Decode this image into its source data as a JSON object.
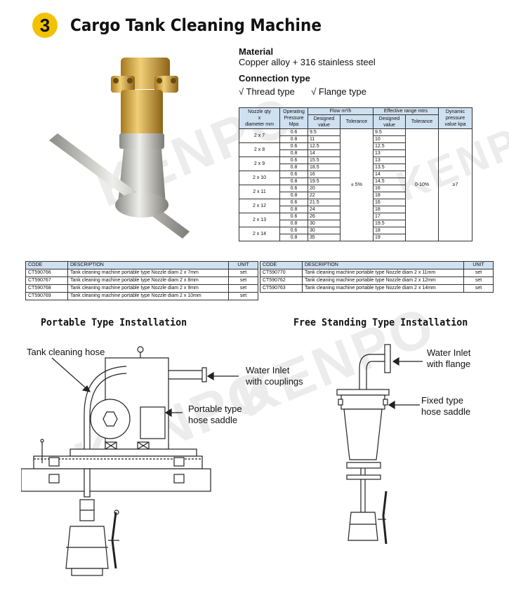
{
  "header": {
    "number": "3",
    "title": "Cargo Tank Cleaning Machine"
  },
  "material": {
    "label": "Material",
    "value": "Copper alloy + 316 stainless steel"
  },
  "connection": {
    "label": "Connection type",
    "thread": "√ Thread type",
    "flange": "√ Flange type"
  },
  "watermark": "KENPO",
  "spec_table": {
    "headers": {
      "nozzle": [
        "Nozzle qty",
        "x",
        "diameter mm"
      ],
      "pressure": [
        "Operating",
        "Pressure",
        "Mpa"
      ],
      "flow": "Flow m³/h",
      "range": "Effective range mtrs",
      "designed": [
        "Designed",
        "value"
      ],
      "tolerance": "Tolerance",
      "dynamic": [
        "Dynamic",
        "pressure",
        "value kpa"
      ]
    },
    "rows": [
      {
        "nozzle": "2 x 7",
        "p": [
          "0.6",
          "0.8"
        ],
        "flow": [
          "9.5",
          "11"
        ],
        "range": [
          "9.5",
          "10"
        ]
      },
      {
        "nozzle": "2 x 8",
        "p": [
          "0.6",
          "0.8"
        ],
        "flow": [
          "12.5",
          "14"
        ],
        "range": [
          "12.5",
          "13"
        ]
      },
      {
        "nozzle": "2 x 9",
        "p": [
          "0.6",
          "0.8"
        ],
        "flow": [
          "15.5",
          "18.5"
        ],
        "range": [
          "13",
          "13.5"
        ]
      },
      {
        "nozzle": "2 x 10",
        "p": [
          "0.6",
          "0.8"
        ],
        "flow": [
          "16",
          "19.5"
        ],
        "range": [
          "14",
          "14.5"
        ]
      },
      {
        "nozzle": "2 x 11",
        "p": [
          "0.6",
          "0.8"
        ],
        "flow": [
          "20",
          "22"
        ],
        "range": [
          "16",
          "18"
        ]
      },
      {
        "nozzle": "2 x 12",
        "p": [
          "0.6",
          "0.8"
        ],
        "flow": [
          "21.5",
          "24"
        ],
        "range": [
          "16",
          "18"
        ]
      },
      {
        "nozzle": "2 x 13",
        "p": [
          "0.6",
          "0.8"
        ],
        "flow": [
          "26",
          "30"
        ],
        "range": [
          "17",
          "19.5"
        ]
      },
      {
        "nozzle": "2 x 14",
        "p": [
          "0.6",
          "0.8"
        ],
        "flow": [
          "30",
          "35"
        ],
        "range": [
          "18",
          "19"
        ]
      }
    ],
    "flow_tolerance": "± 5%",
    "range_tolerance": "0-10%",
    "dynamic": "≥7"
  },
  "code_headers": {
    "code": "CODE",
    "desc": "DESCRIPTION",
    "unit": "UNIT"
  },
  "codes_left": [
    {
      "code": "CT590766",
      "desc": "Tank cleaning machine portable type Nozzle diam 2 x 7mm",
      "unit": "set"
    },
    {
      "code": "CT590767",
      "desc": "Tank cleaning machine portable type Nozzle diam 2 x 8mm",
      "unit": "set"
    },
    {
      "code": "CT590768",
      "desc": "Tank cleaning machine portable type Nozzle diam 2 x 9mm",
      "unit": "set"
    },
    {
      "code": "CT590769",
      "desc": "Tank cleaning machine portable type Nozzle diam 2 x 10mm",
      "unit": "set"
    }
  ],
  "codes_right": [
    {
      "code": "CT590770",
      "desc": "Tank cleaning machine portable type Nozzle diam 2 x 11mm",
      "unit": "set"
    },
    {
      "code": "CT590762",
      "desc": "Tank cleaning machine portable type Nozzle diam 2 x 12mm",
      "unit": "set"
    },
    {
      "code": "CT590763",
      "desc": "Tank cleaning machine portable type Nozzle diam 2 x 14mm",
      "unit": "set"
    }
  ],
  "portable": {
    "title": "Portable Type Installation",
    "hose": "Tank cleaning hose",
    "inlet": [
      "Water Inlet",
      "with couplings"
    ],
    "saddle": [
      "Portable type",
      "hose saddle"
    ]
  },
  "standing": {
    "title": "Free Standing Type Installation",
    "inlet": [
      "Water Inlet",
      "with flange"
    ],
    "saddle": [
      "Fixed type",
      "hose saddle"
    ]
  }
}
